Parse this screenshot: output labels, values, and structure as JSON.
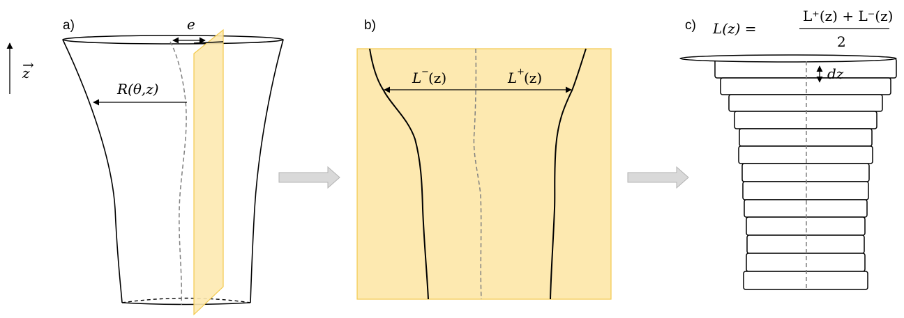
{
  "panels": {
    "a": {
      "label": "a)",
      "z_axis": "z",
      "radius_label": "R(θ,z)",
      "offset_label": "e"
    },
    "b": {
      "label": "b)",
      "left_label": "L",
      "left_sup": "−",
      "right_label": "L",
      "right_sup": "+",
      "arg": "(z)"
    },
    "c": {
      "label": "c)",
      "lhs": "L(z) =",
      "numerator": "L⁺(z) + L⁻(z)",
      "denominator": "2",
      "step_label": "dz"
    }
  },
  "colors": {
    "plane_fill": "#fde9b0",
    "plane_border": "#f2c94c",
    "arrow_fill": "#d9d9d9",
    "arrow_stroke": "#b3b3b3",
    "centerline": "#808080"
  }
}
